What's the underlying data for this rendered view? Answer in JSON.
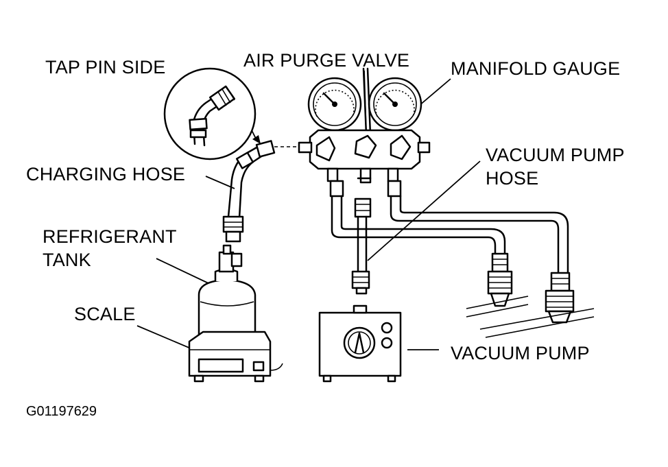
{
  "labels": {
    "tap_pin_side": "TAP PIN SIDE",
    "air_purge_valve": "AIR PURGE VALVE",
    "manifold_gauge": "MANIFOLD GAUGE",
    "vacuum_pump_hose_line1": "VACUUM PUMP",
    "vacuum_pump_hose_line2": "HOSE",
    "charging_hose": "CHARGING HOSE",
    "refrigerant_tank_line1": "REFRIGERANT",
    "refrigerant_tank_line2": "TANK",
    "scale": "SCALE",
    "vacuum_pump": "VACUUM PUMP"
  },
  "figure_code": "G01197629"
}
